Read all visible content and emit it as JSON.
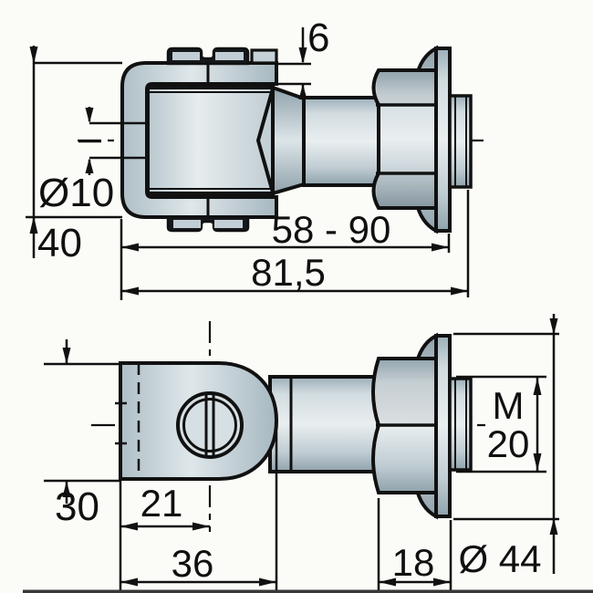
{
  "title": "gate-hinge-technical-drawing",
  "views": {
    "top": {
      "labels": {
        "flange_thickness": "6",
        "hole_diameter": "Ø10",
        "bracket_height": "40",
        "adjustment_range": "58 - 90",
        "overall_length": "81,5"
      }
    },
    "bottom": {
      "labels": {
        "plate_width": "30",
        "hole_center_offset": "21",
        "eye_length": "36",
        "nut_washer_length": "18",
        "thread_size_line1": "M",
        "thread_size_line2": "20",
        "washer_diameter": "Ø 44"
      }
    }
  },
  "colors": {
    "outline": "#111111",
    "metal_light": "#e8eef0",
    "metal_mid": "#c2ced4",
    "metal_dark": "#93a5af",
    "clamp_dark": "#16191c",
    "background": "#fbfbf8",
    "bottom_bar": "#383838"
  }
}
